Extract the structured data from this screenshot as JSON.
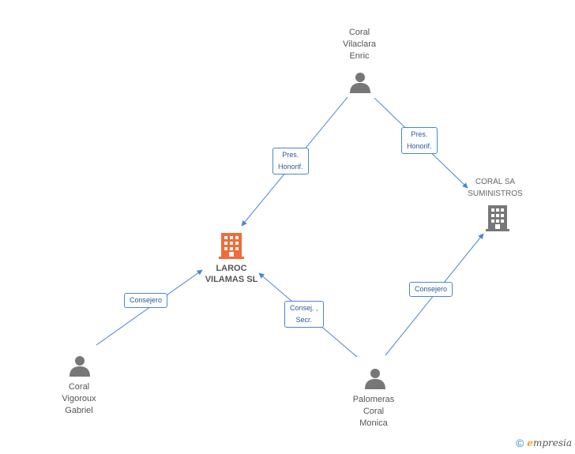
{
  "nodes": {
    "coral_vilaclara": {
      "lines": [
        "Coral",
        "Vilaclara",
        "Enric"
      ],
      "type": "person"
    },
    "coral_vigoroux": {
      "lines": [
        "Coral",
        "Vigoroux",
        "Gabriel"
      ],
      "type": "person"
    },
    "palomeras_coral": {
      "lines": [
        "Palomeras",
        "Coral",
        "Monica"
      ],
      "type": "person"
    },
    "laroc_vilamas": {
      "lines": [
        "LAROC",
        "VILAMAS SL"
      ],
      "type": "company-main"
    },
    "coral_suministros": {
      "lines": [
        "CORAL SA",
        "SUMINISTROS"
      ],
      "type": "company"
    }
  },
  "edges": {
    "vilaclara_to_laroc": {
      "lines": [
        "Pres.",
        "Honorif."
      ]
    },
    "vilaclara_to_suministros": {
      "lines": [
        "Pres.",
        "Honorif."
      ]
    },
    "vigoroux_to_laroc": {
      "lines": [
        "Consejero"
      ]
    },
    "palomeras_to_laroc": {
      "lines": [
        "Consej. ,",
        "Secr."
      ]
    },
    "palomeras_to_suministros": {
      "lines": [
        "Consejero"
      ]
    }
  },
  "footer": {
    "copyright_symbol": "©",
    "brand_first_letter": "e",
    "brand_rest": "mpresia"
  },
  "colors": {
    "edge": "#4a86d0",
    "person_icon": "#777777",
    "company_main_icon": "#f26b3a",
    "company_icon": "#777777"
  }
}
